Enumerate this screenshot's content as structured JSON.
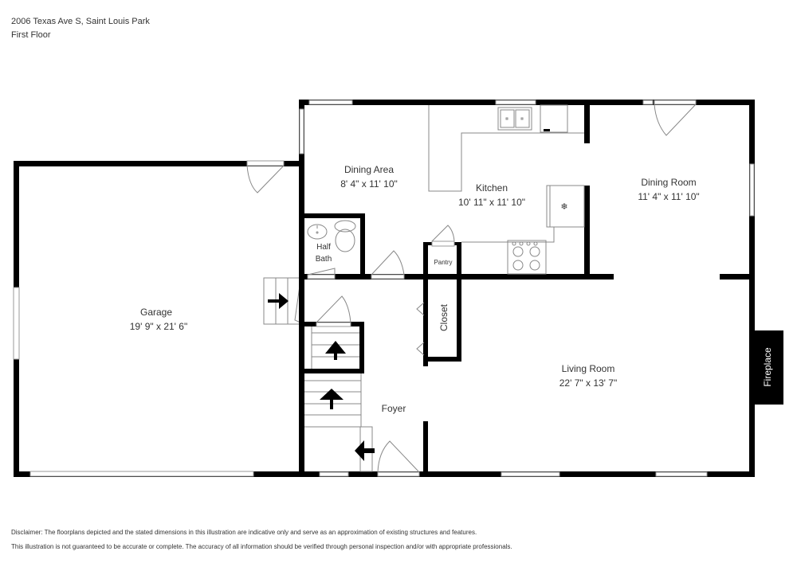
{
  "header": {
    "address": "2006 Texas Ave S, Saint Louis Park",
    "floor": "First Floor"
  },
  "rooms": {
    "garage": {
      "name": "Garage",
      "dims": "19' 9\" x 21' 6\""
    },
    "dining_area": {
      "name": "Dining Area",
      "dims": "8' 4\" x 11' 10\""
    },
    "kitchen": {
      "name": "Kitchen",
      "dims": "10' 11\" x 11' 10\""
    },
    "dining_room": {
      "name": "Dining Room",
      "dims": "11' 4\" x 11' 10\""
    },
    "half_bath": {
      "name_line1": "Half",
      "name_line2": "Bath"
    },
    "pantry": {
      "name": "Pantry"
    },
    "closet": {
      "name": "Closet"
    },
    "living_room": {
      "name": "Living Room",
      "dims": "22' 7\" x 13' 7\""
    },
    "foyer": {
      "name": "Foyer"
    },
    "fireplace": {
      "name": "Fireplace"
    }
  },
  "disclaimer": {
    "line1": "Disclaimer: The floorplans depicted and the stated dimensions in this illustration are indicative only and serve as an approximation of existing structures and features.",
    "line2": "This illustration is not guaranteed to be accurate or complete. The accuracy of all information should be verified through personal inspection and/or with appropriate professionals."
  },
  "colors": {
    "wall": "#000000",
    "fixture_line": "#888888",
    "text": "#333333",
    "background": "#ffffff"
  }
}
